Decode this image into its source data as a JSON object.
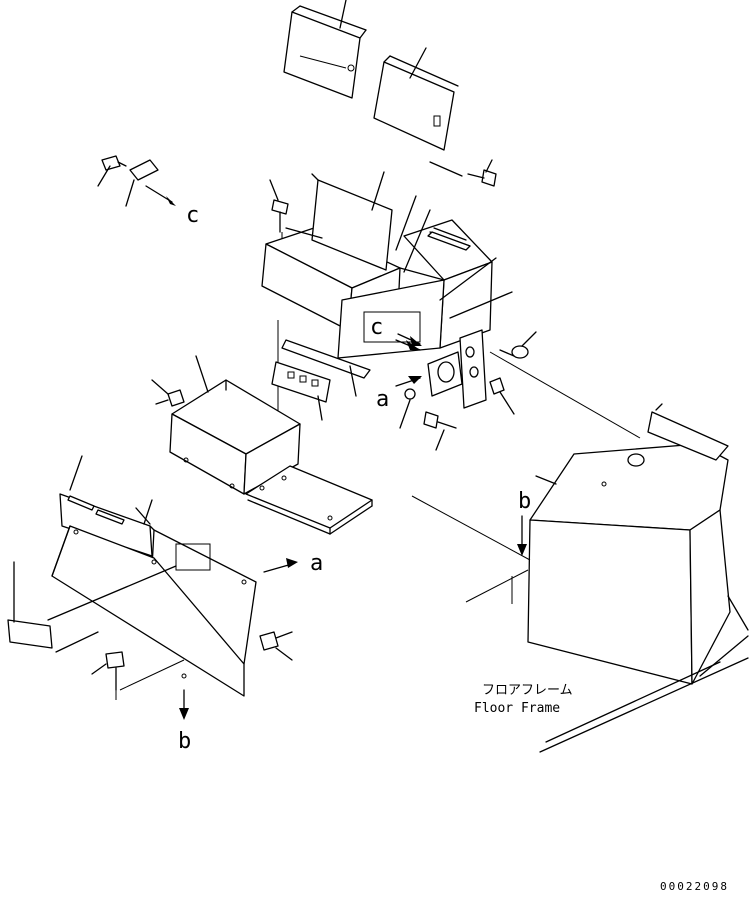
{
  "labels": {
    "a_top": "a",
    "a_right": "a",
    "b_top": "b",
    "b_bottom": "b",
    "c_left": "c",
    "c_center": "c"
  },
  "caption": {
    "japanese": "フロアフレーム",
    "english": "Floor Frame"
  },
  "drawing_code": "00022098"
}
